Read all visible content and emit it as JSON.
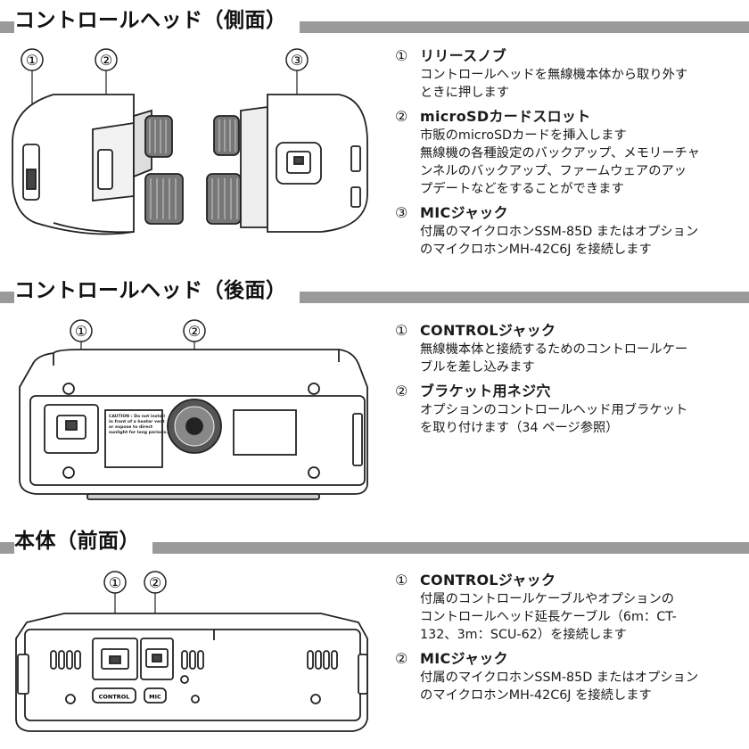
{
  "sections": [
    {
      "title": "コントロールヘッド（側面）",
      "items": [
        {
          "num": "①",
          "name": "リリースノブ",
          "lines": [
            "コントロールヘッドを無線機本体から取り外す",
            "ときに押します"
          ]
        },
        {
          "num": "②",
          "name": "microSDカードスロット",
          "lines": [
            "市販のmicroSDカードを挿入します",
            "無線機の各種設定のバックアップ、メモリーチャ",
            "ンネルのバックアップ、ファームウェアのアッ",
            "プデートなどをすることができます"
          ]
        },
        {
          "num": "③",
          "name": "MICジャック",
          "lines": [
            "付属のマイクロホンSSM-85D またはオプション",
            "のマイクロホンMH-42C6J を接続します"
          ]
        }
      ]
    },
    {
      "title": "コントロールヘッド（後面）",
      "items": [
        {
          "num": "①",
          "name": "CONTROLジャック",
          "lines": [
            "無線機本体と接続するためのコントロールケー",
            "ブルを差し込みます"
          ]
        },
        {
          "num": "②",
          "name": "ブラケット用ネジ穴",
          "lines": [
            "オプションのコントロールヘッド用ブラケット",
            "を取り付けます（34 ページ参照）"
          ]
        }
      ]
    },
    {
      "title": "本体（前面）",
      "items": [
        {
          "num": "①",
          "name": "CONTROLジャック",
          "lines": [
            "付属のコントロールケーブルやオプションの",
            "コントロールヘッド延長ケーブル（6m：CT-",
            "132、3m：SCU-62）を接続します"
          ]
        },
        {
          "num": "②",
          "name": "MICジャック",
          "lines": [
            "付属のマイクロホンSSM-85D またはオプション",
            "のマイクロホンMH-42C6J を接続します"
          ]
        }
      ]
    }
  ],
  "figure_labels": {
    "side": {
      "c1": "①",
      "c2": "②",
      "c3": "③"
    },
    "rear": {
      "c1": "①",
      "c2": "②",
      "caution": [
        "CAUTION : Do not install",
        "in front of a heater vent",
        "or expose to direct",
        "sunlight for long periods."
      ]
    },
    "front": {
      "c1": "①",
      "c2": "②",
      "control": "CONTROL",
      "mic": "MIC"
    }
  }
}
